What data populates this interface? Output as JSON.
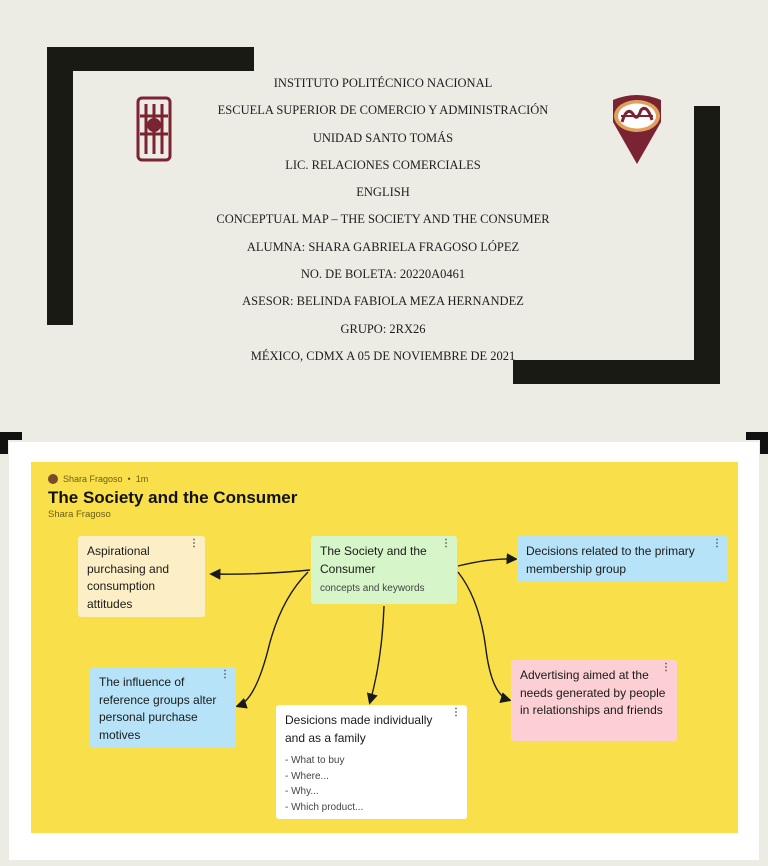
{
  "cover": {
    "lines": [
      "INSTITUTO POLITÉCNICO NACIONAL",
      "ESCUELA SUPERIOR DE COMERCIO Y ADMINISTRACIÓN",
      "UNIDAD SANTO TOMÁS",
      "LIC. RELACIONES COMERCIALES",
      "ENGLISH",
      "CONCEPTUAL MAP – THE SOCIETY AND THE CONSUMER",
      "ALUMNA: SHARA GABRIELA FRAGOSO LÓPEZ",
      "NO. DE BOLETA: 20220A0461",
      "ASESOR: BELINDA FABIOLA MEZA HERNANDEZ",
      "GRUPO: 2RX26",
      "MÉXICO, CDMX A 05 DE NOVIEMBRE DE 2021"
    ],
    "logo_left": "ipn-logo",
    "logo_right": "esca-logo",
    "colors": {
      "frame_bars": "#1a1a14",
      "logo_maroon": "#7a2333",
      "esca_orange": "#e0a25a"
    }
  },
  "map": {
    "author": "Shara Fragoso",
    "time": "1m",
    "title": "The Society and the Consumer",
    "subtitle": "Shara Fragoso",
    "board_color": "#f9e04a",
    "center": {
      "title": "The Society and the Consumer",
      "sub": "concepts and keywords"
    },
    "notes": {
      "aspirational": "Aspirational purchasing and consumption attitudes",
      "decisions_group": "Decisions related to the primary membership group",
      "influence": "The influence of reference groups alter personal purchase motives",
      "advertising": "Advertising aimed at the needs generated by people in relationships and friends",
      "family": {
        "title": "Desicions made individually and as a family",
        "items": [
          "- What to buy",
          "- Where...",
          "- Why...",
          "- Which product..."
        ]
      }
    },
    "menu_glyph": "⋮"
  }
}
